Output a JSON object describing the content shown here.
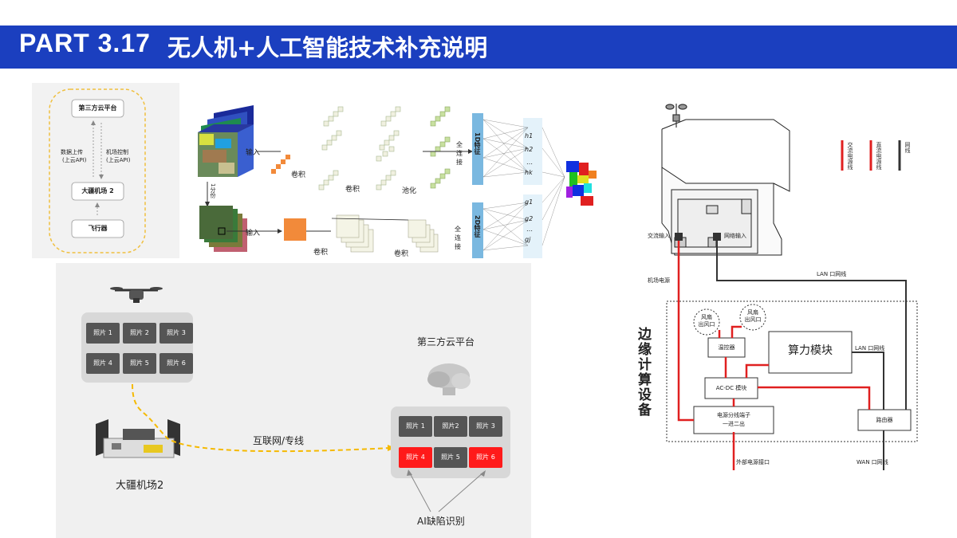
{
  "header": {
    "part": "PART 3.17",
    "title": "无人机+人工智能技术补充说明"
  },
  "arch": {
    "cloud": "第三方云平台",
    "upload": [
      "数据上传",
      "(上云API)"
    ],
    "control": [
      "机场控制",
      "(上云API)"
    ],
    "dock": "大疆机场 2",
    "aircraft": "飞行器"
  },
  "nn": {
    "input1": "输入",
    "input2": "输入",
    "conv1": "卷积",
    "conv2": "卷积",
    "pool": "池化",
    "conv3": "卷积",
    "conv4": "卷积",
    "fc1": [
      "全",
      "连",
      "接"
    ],
    "fc2": [
      "全",
      "连",
      "接"
    ],
    "feat1": "1D特征",
    "feat2": "2D特征",
    "band": "1分份",
    "h_nodes": [
      "h1",
      "h2",
      "…",
      "hk"
    ],
    "g_nodes": [
      "g1",
      "g2",
      "…",
      "gj"
    ]
  },
  "flow": {
    "drone_photos": [
      "照片 1",
      "照片 2",
      "照片 3",
      "照片 4",
      "照片 5",
      "照片 6"
    ],
    "cloud_title": "第三方云平台",
    "cloud_photos": [
      "照片 1",
      "照片2",
      "照片 3",
      "照片 4",
      "照片 5",
      "照片 6"
    ],
    "dock": "大疆机场2",
    "network": "互联网/专线",
    "ai": "AI缺陷识别"
  },
  "edge": {
    "legend": [
      "交流电源线",
      "直流电源线",
      "网线"
    ],
    "ac_in": "交流输入",
    "net_in": "网络输入",
    "dock_power": "机场电源",
    "lan_top": "LAN 口网线",
    "device_label": [
      "边",
      "缘",
      "计",
      "算",
      "设",
      "备"
    ],
    "fan1": [
      "风扇",
      "出风口"
    ],
    "fan2": [
      "风扇",
      "出风口"
    ],
    "temp": "温控器",
    "compute": "算力模块",
    "acdc": "AC-DC 模块",
    "lan_mid": "LAN 口网线",
    "splitter": [
      "电源分线端子",
      "一进二出"
    ],
    "router": "路由器",
    "ext_power": "外部电源接口",
    "wan": "WAN 口网线"
  },
  "colors": {
    "header": "#1b3fbf",
    "ac_line": "#e02020",
    "dc_line": "#e02020",
    "net_line": "#333333",
    "defect": "#ff1a1a",
    "photo_box": "#555555"
  }
}
